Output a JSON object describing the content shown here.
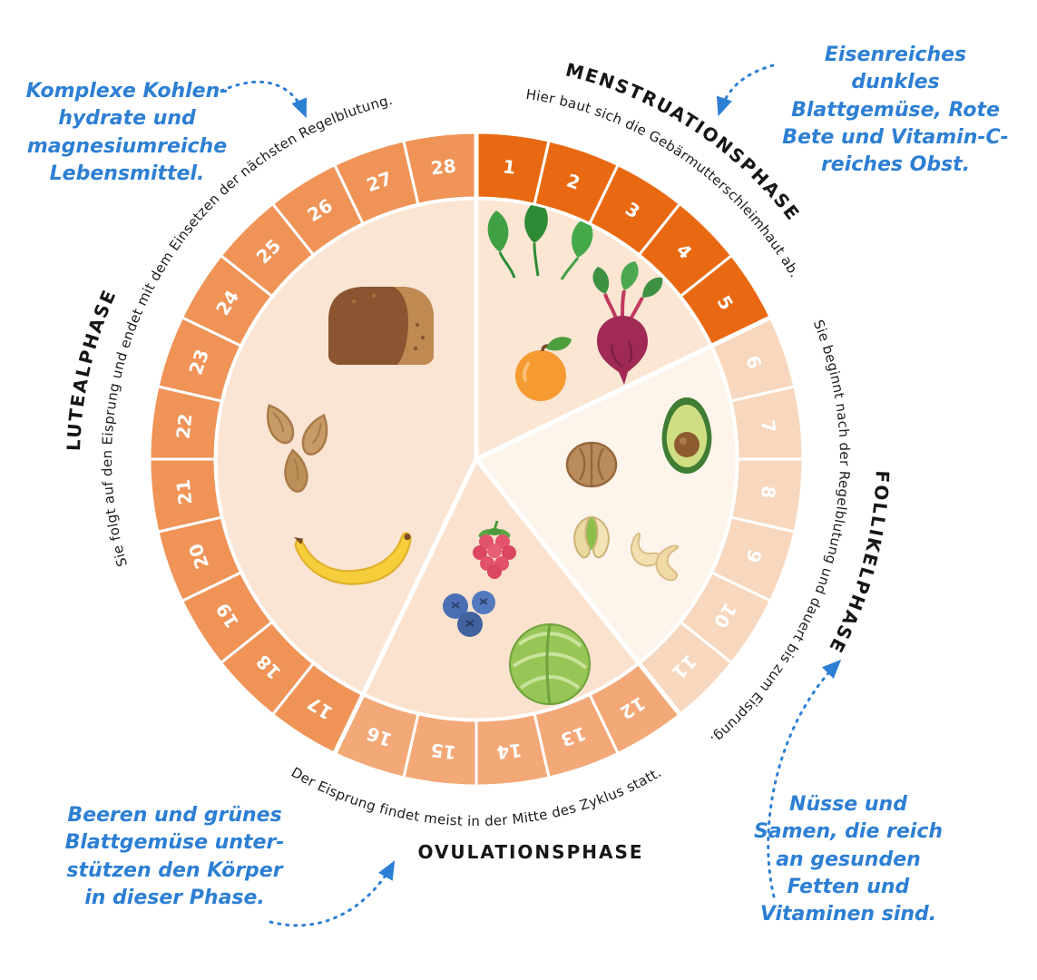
{
  "wheel": {
    "total_days": 28,
    "phases": [
      {
        "id": "menstruation",
        "name": "MENSTRUATIONSPHASE",
        "description": "Hier baut sich die Gebärmutterschleimhaut ab.",
        "day_start": 1,
        "day_end": 5,
        "food_icons": [
          "spinach-icon",
          "beetroot-icon",
          "orange-icon"
        ]
      },
      {
        "id": "follicle",
        "name": "FOLLIKELPHASE",
        "description": "Sie beginnt nach der Regelblutung und dauert bis zum Eisprung.",
        "day_start": 6,
        "day_end": 11,
        "food_icons": [
          "walnut-icon",
          "avocado-icon",
          "pistachio-icon",
          "cashew-icon"
        ]
      },
      {
        "id": "ovulation",
        "name": "OVULATIONSPHASE",
        "description": "Der Eisprung findet meist in der Mitte des Zyklus statt.",
        "day_start": 12,
        "day_end": 16,
        "food_icons": [
          "raspberry-icon",
          "blueberries-icon",
          "cabbage-icon"
        ]
      },
      {
        "id": "luteal",
        "name": "LUTEALPHASE",
        "description": "Sie folgt auf den Eisprung und endet mit dem Einsetzen der nächsten Regelblutung.",
        "day_start": 17,
        "day_end": 28,
        "food_icons": [
          "bread-icon",
          "almonds-icon",
          "banana-icon"
        ]
      }
    ]
  },
  "colors": {
    "background": "#FFFFFF",
    "annotation_blue": "#2D7FD3",
    "label_dark": "#161616",
    "day_number": "#FFFFFF",
    "ring": {
      "menstruation": "#E96912",
      "follicle": "#F7D8BE",
      "ovulation": "#F3A877",
      "luteal": "#EF9357"
    },
    "wedge": {
      "menstruation": "#FBE5D3",
      "follicle": "#FDF4EC",
      "ovulation": "#FAE2CE",
      "luteal": "#FAE5D4"
    }
  },
  "annotations": [
    {
      "id": "complex-carbs",
      "lines": [
        "Komplexe Kohlen-",
        "hydrate und",
        "magnesiumreiche",
        "Lebensmittel."
      ]
    },
    {
      "id": "iron-rich",
      "lines": [
        "Eisenreiches dunkles",
        "Blattgemüse, Rote",
        "Bete und Vitamin-C-",
        "reiches Obst."
      ]
    },
    {
      "id": "berries-greens",
      "lines": [
        "Beeren und grünes",
        "Blattgemüse unter-",
        "stützen den Körper",
        "in dieser Phase."
      ]
    },
    {
      "id": "nuts-seeds",
      "lines": [
        "Nüsse und",
        "Samen, die reich",
        "an gesunden",
        "Fetten und",
        "Vitaminen sind."
      ]
    }
  ]
}
